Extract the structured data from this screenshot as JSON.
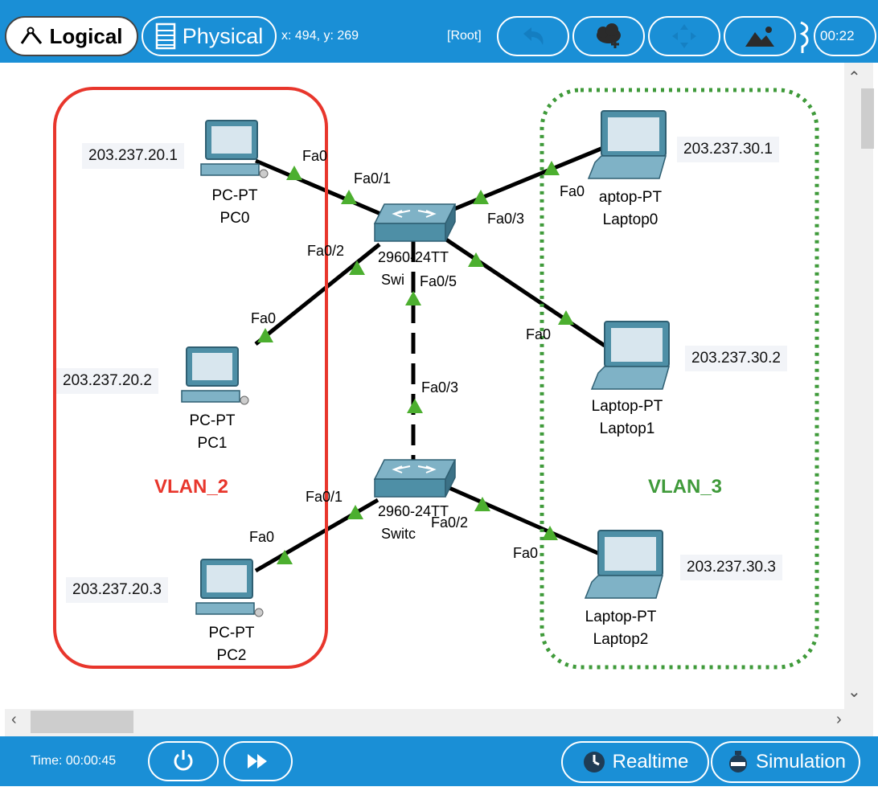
{
  "toolbar": {
    "logical_label": "Logical",
    "physical_label": "Physical",
    "coordinates": "x: 494, y: 269",
    "root_label": "[Root]",
    "clock": "00:22"
  },
  "devices": {
    "pc0": {
      "ip": "203.237.20.1",
      "type": "PC-PT",
      "name": "PC0"
    },
    "pc1": {
      "ip": "203.237.20.2",
      "type": "PC-PT",
      "name": "PC1"
    },
    "pc2": {
      "ip": "203.237.20.3",
      "type": "PC-PT",
      "name": "PC2"
    },
    "laptop0": {
      "ip": "203.237.30.1",
      "type": "aptop-PT",
      "name": "Laptop0"
    },
    "laptop1": {
      "ip": "203.237.30.2",
      "type": "Laptop-PT",
      "name": "Laptop1"
    },
    "laptop2": {
      "ip": "203.237.30.3",
      "type": "Laptop-PT",
      "name": "Laptop2"
    },
    "switch0": {
      "type": "2960-24TT",
      "name": "Swi"
    },
    "switch1": {
      "type": "2960-24TT",
      "name": "Switc"
    }
  },
  "ports": {
    "pc0_fa0": "Fa0",
    "sw0_fa01": "Fa0/1",
    "sw0_fa02": "Fa0/2",
    "sw0_fa03": "Fa0/3",
    "sw0_fa05": "Fa0/5",
    "pc1_fa0": "Fa0",
    "laptop0_fa0": "Fa0",
    "laptop1_fa0": "Fa0",
    "sw1_fa03": "Fa0/3",
    "sw1_fa01": "Fa0/1",
    "sw1_fa02": "Fa0/2",
    "pc2_fa0": "Fa0",
    "laptop2_fa0": "Fa0"
  },
  "vlans": {
    "vlan2": {
      "label": "VLAN_2",
      "color": "#e8362c"
    },
    "vlan3": {
      "label": "VLAN_3",
      "color": "#3f9a3a"
    }
  },
  "bottom": {
    "time": "Time: 00:00:45",
    "realtime_label": "Realtime",
    "simulation_label": "Simulation"
  },
  "colors": {
    "toolbar": "#1a8fd6",
    "link": "#000000",
    "link_indicator": "#4caf2f",
    "device": "#4e8fa6"
  }
}
